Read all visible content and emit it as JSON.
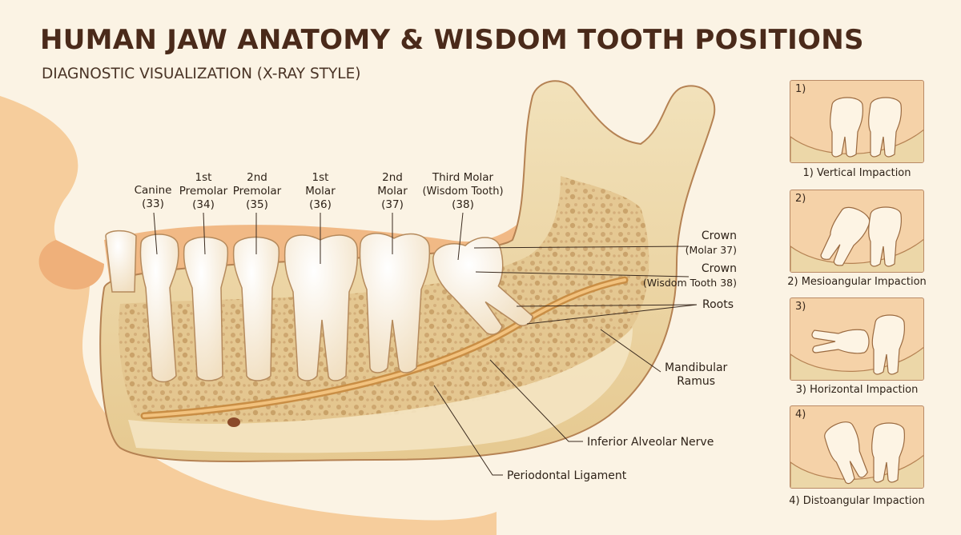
{
  "title": "HUMAN JAW ANATOMY & WISDOM TOOTH POSITIONS",
  "subtitle": "DIAGNOSTIC VISUALIZATION (X-RAY STYLE)",
  "teeth": [
    {
      "name_line1": "",
      "name_line2": "Canine",
      "number": "(33)"
    },
    {
      "name_line1": "1st",
      "name_line2": "Premolar",
      "number": "(34)"
    },
    {
      "name_line1": "2nd",
      "name_line2": "Premolar",
      "number": "(35)"
    },
    {
      "name_line1": "1st",
      "name_line2": "Molar",
      "number": "(36)"
    },
    {
      "name_line1": "2nd",
      "name_line2": "Molar",
      "number": "(37)"
    },
    {
      "name_line1": "Third Molar",
      "name_line2": "(Wisdom Tooth)",
      "number": "(38)"
    }
  ],
  "callouts": {
    "crown_molar": {
      "line1": "Crown",
      "line2": "(Molar 37)"
    },
    "crown_wisdom": {
      "line1": "Crown",
      "line2": "(Wisdom Tooth 38)"
    },
    "roots": "Roots",
    "ramus": {
      "line1": "Mandibular",
      "line2": "Ramus"
    },
    "nerve": "Inferior Alveolar Nerve",
    "ligament": "Periodontal Ligament"
  },
  "impactions": [
    {
      "number": "1)",
      "caption": "1) Vertical Impaction"
    },
    {
      "number": "2)",
      "caption": "2) Mesioangular Impaction"
    },
    {
      "number": "3)",
      "caption": "3) Horizontal Impaction"
    },
    {
      "number": "4)",
      "caption": "4) Distoangular Impaction"
    }
  ],
  "colors": {
    "background": "#fbf3e4",
    "bone": "#ecd7a8",
    "tooth": "#fdf4e4",
    "gum": "#f0b27a",
    "outline": "#a06a3c",
    "nerve": "#d98b3a"
  }
}
